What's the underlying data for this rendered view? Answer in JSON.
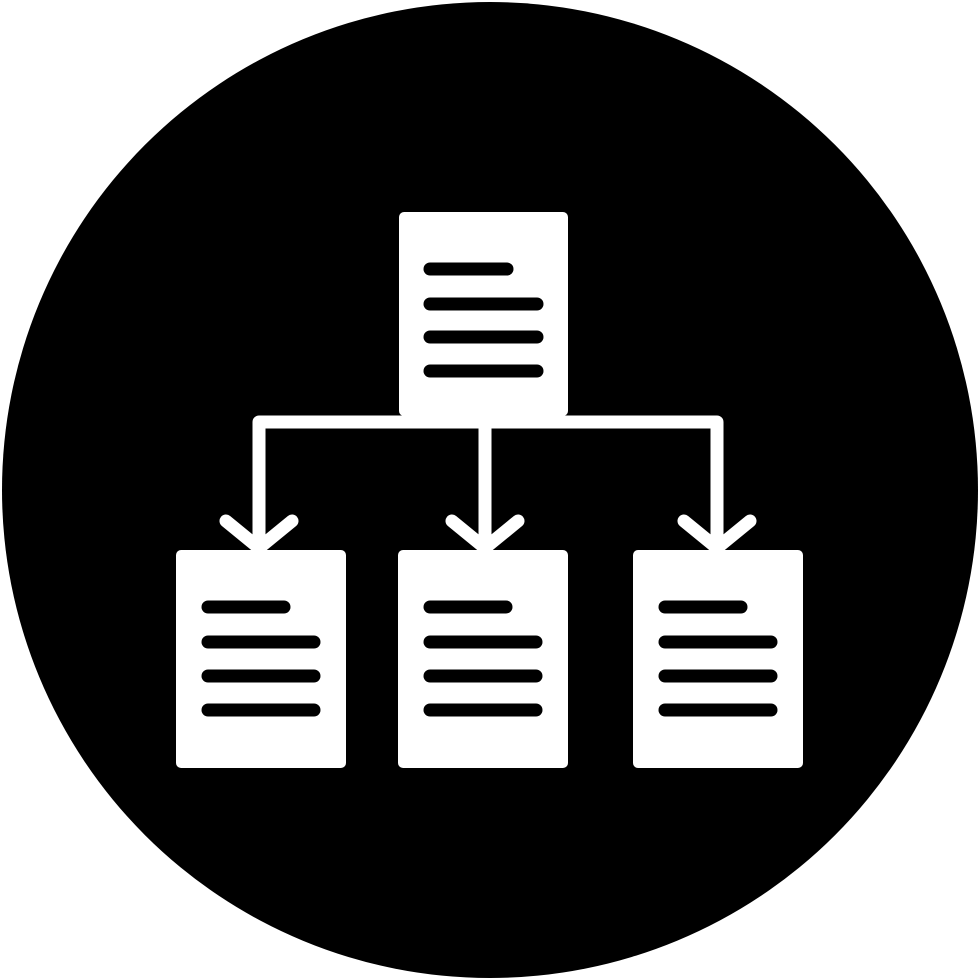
{
  "icon": {
    "name": "document-hierarchy-icon",
    "background_color": "#000000",
    "foreground_color": "#ffffff",
    "parent_document": {
      "name": "parent-document-icon",
      "text_lines": 4
    },
    "child_documents": [
      {
        "name": "child-document-left-icon",
        "text_lines": 4
      },
      {
        "name": "child-document-center-icon",
        "text_lines": 4
      },
      {
        "name": "child-document-right-icon",
        "text_lines": 4
      }
    ],
    "connectors": [
      {
        "name": "arrow-left-icon"
      },
      {
        "name": "arrow-center-icon"
      },
      {
        "name": "arrow-right-icon"
      }
    ]
  }
}
